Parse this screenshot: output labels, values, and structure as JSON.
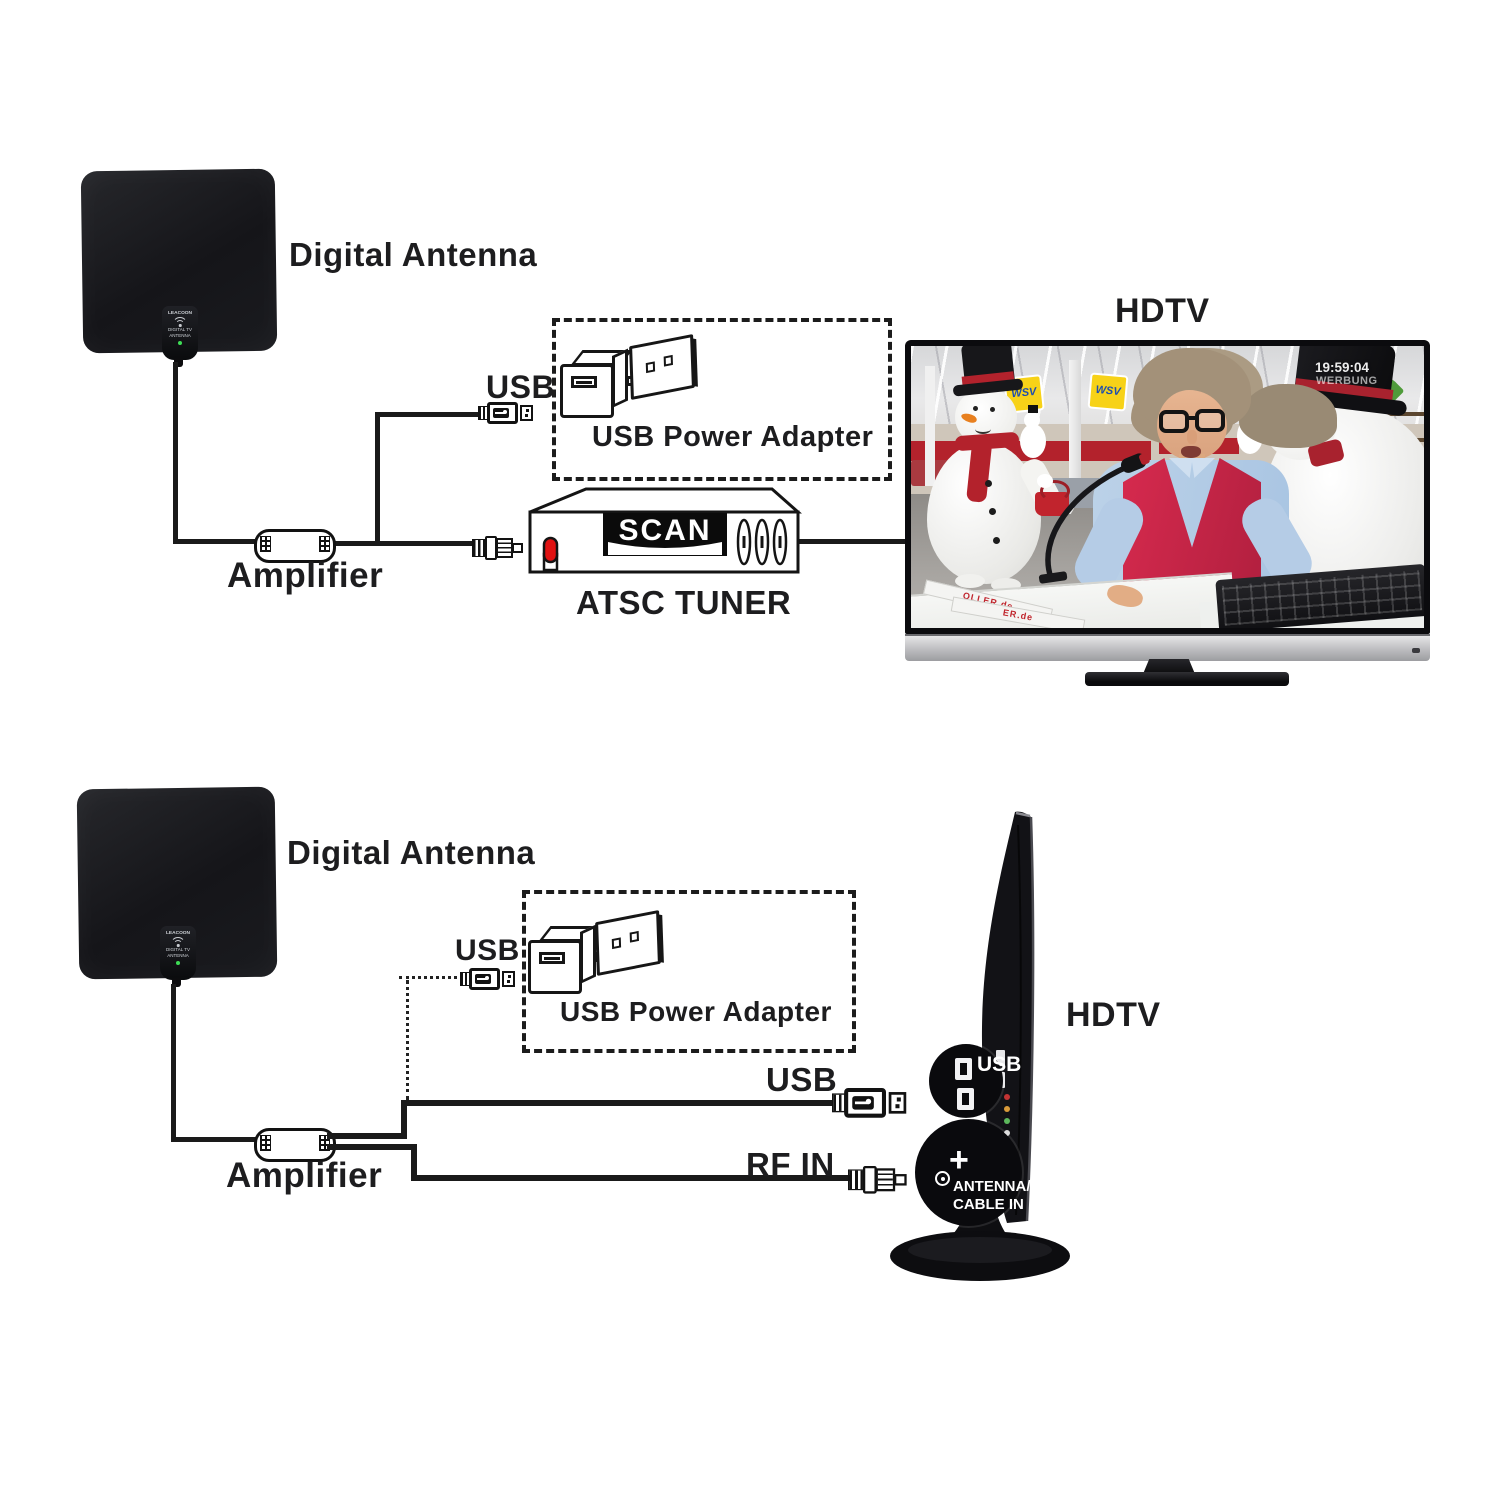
{
  "top": {
    "antenna_label": "Digital Antenna",
    "amplifier_label": "Amplifier",
    "usb_label": "USB",
    "power_adapter_label": "USB Power Adapter",
    "tuner_scan": "SCAN",
    "tuner_label": "ATSC TUNER",
    "hdtv_label": "HDTV",
    "screen": {
      "clock": "19:59:04",
      "caption": "WERBUNG",
      "sign_text": "WSV",
      "ruler_text_1": "OLLER.de",
      "ruler_text_2": "ER.de"
    }
  },
  "bottom": {
    "antenna_label": "Digital Antenna",
    "amplifier_label": "Amplifier",
    "adapter_usb_label": "USB",
    "power_adapter_label": "USB Power Adapter",
    "tv_usb_line_label": "USB",
    "rf_in_label": "RF IN",
    "hdtv_label": "HDTV",
    "usb_ports_label": "USB",
    "plus_sign": "+",
    "antenna_in_line1": "ANTENNA/",
    "antenna_in_line2": "CABLE IN"
  },
  "antenna_tag": {
    "brand": "LEACOON",
    "line1": "DIGITAL TV",
    "line2": "ANTENNA"
  },
  "colors": {
    "line": "#1a1a1a",
    "led_red": "#e01212",
    "brand_red": "#b3222c",
    "vest_red": "#d62a4e",
    "tag_green": "#3ddc55",
    "silver": "#bcbcbf"
  }
}
